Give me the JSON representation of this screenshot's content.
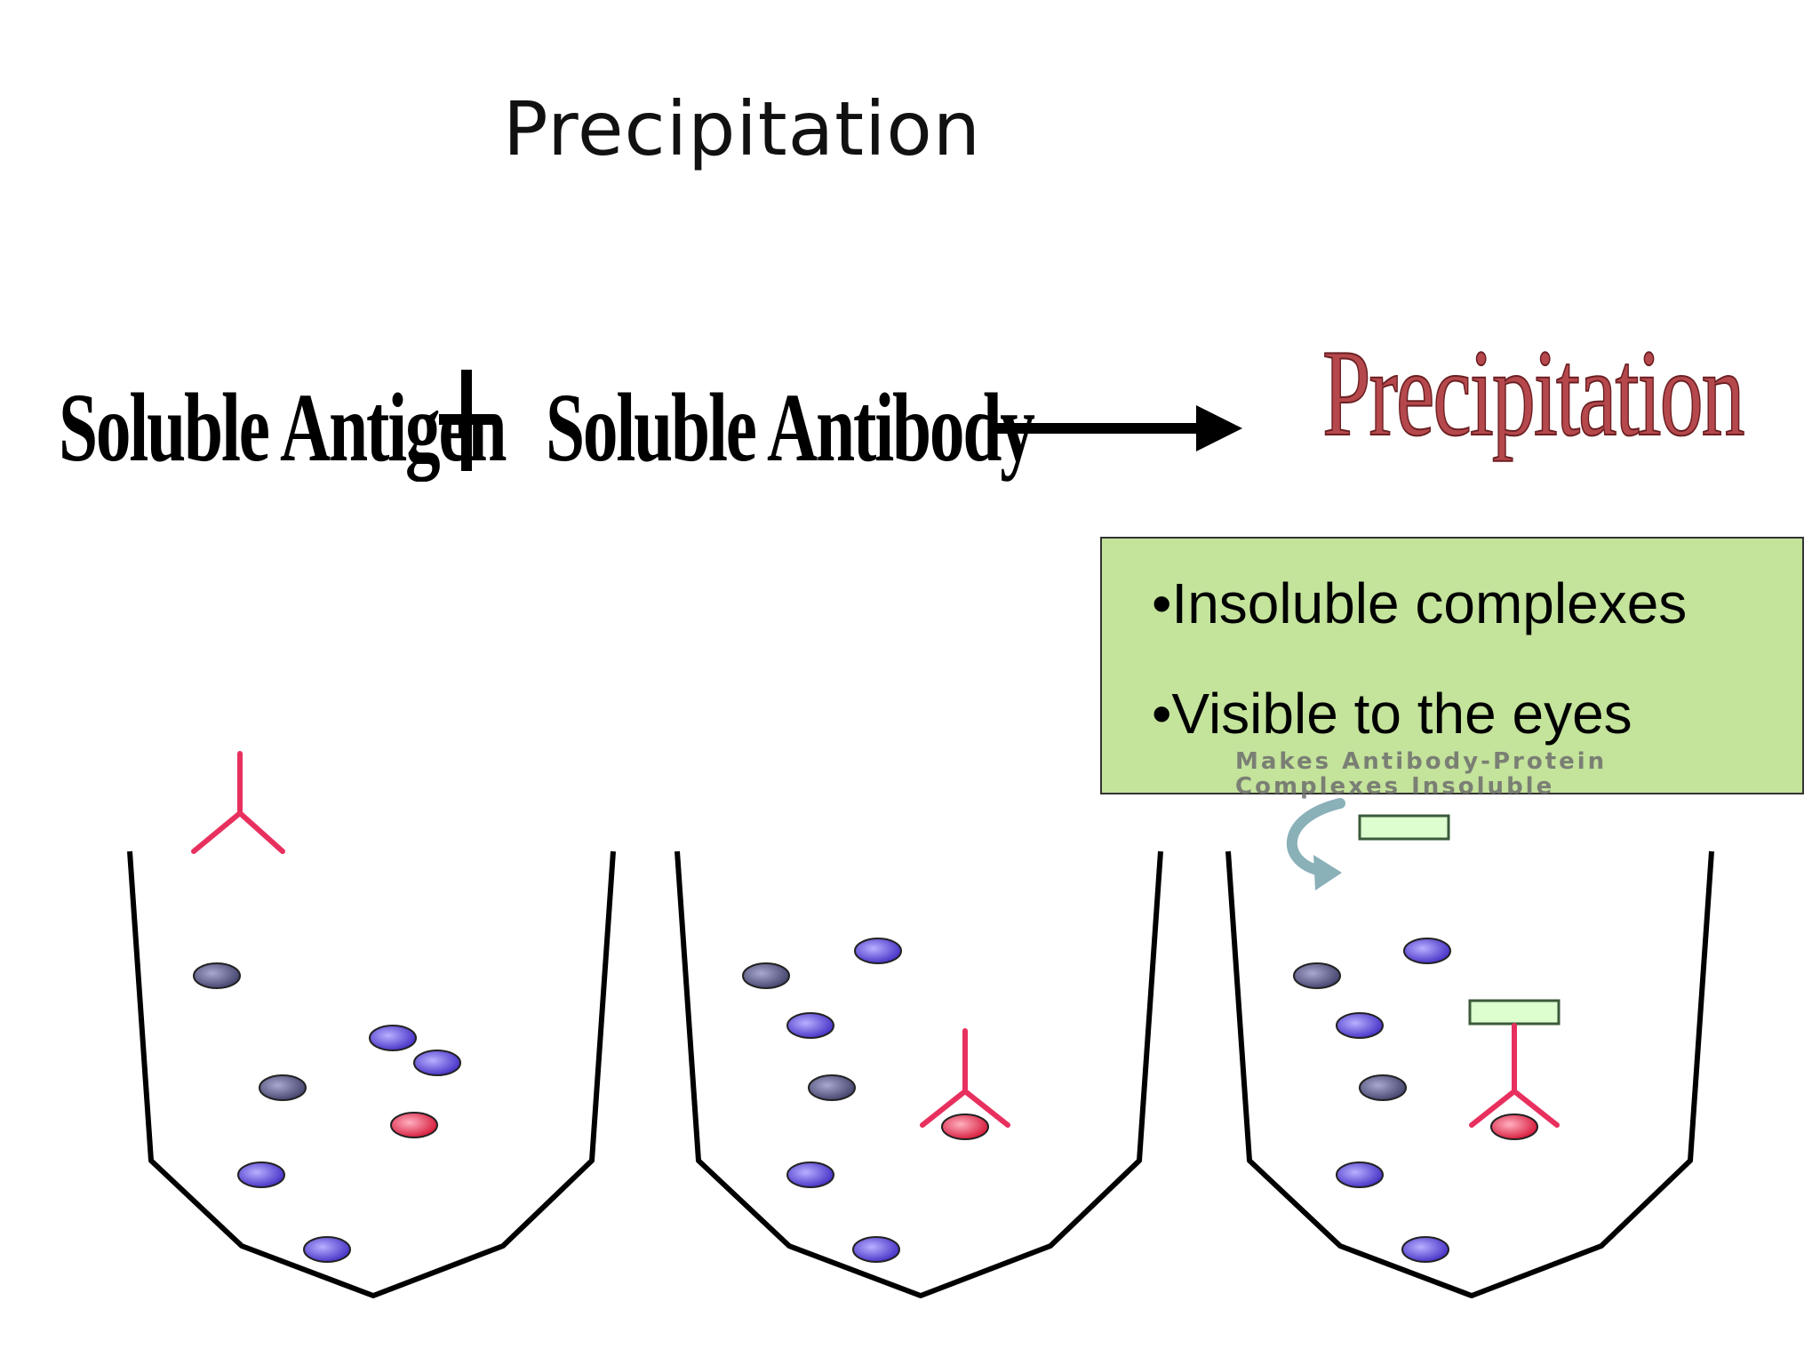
{
  "slide": {
    "title": "Precipitation"
  },
  "equation": {
    "antigen": "Soluble Antigen",
    "antibody": "Soluble Antibody",
    "result": "Precipitation",
    "result_color": "#b5484c"
  },
  "info_box": {
    "bullets": [
      "•Insoluble complexes",
      "•Visible to the eyes"
    ],
    "background": "#c4e39b"
  },
  "illustration": {
    "caption_lines": [
      "Makes Antibody-Protein",
      "Complexes Insoluble"
    ],
    "colors": {
      "antibody": "#e8305f",
      "antigen_blue": "#5b4ad8",
      "antigen_gray": "#5a5a8a",
      "antigen_red": "#e03a55",
      "reagent_fill": "#dcffd0",
      "reagent_border": "#3a5a3a",
      "curved_arrow": "#8ab0b8"
    }
  }
}
